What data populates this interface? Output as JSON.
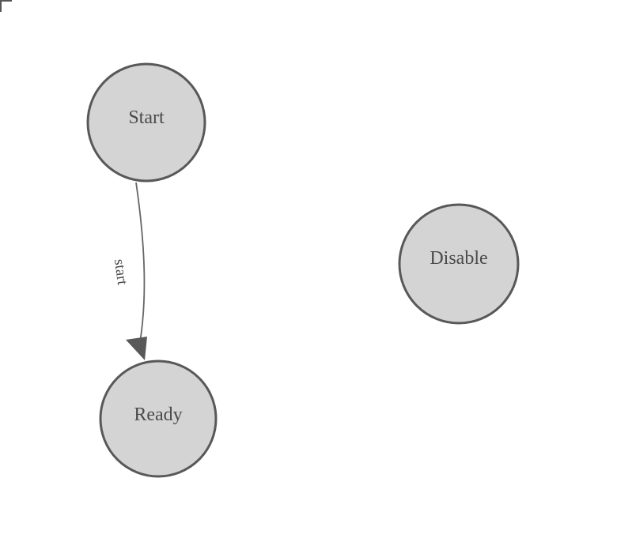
{
  "diagram": {
    "background": "#ffffff",
    "nodes": [
      {
        "id": "Start",
        "label": "Start"
      },
      {
        "id": "Ready",
        "label": "Ready"
      },
      {
        "id": "Disable",
        "label": "Disable"
      }
    ],
    "edges": [
      {
        "from": "Start",
        "to": "Ready",
        "label": "start"
      }
    ],
    "icons": {
      "corner_marker": "canvas-corner-marker-icon",
      "arrowhead": "edge-arrowhead-icon"
    },
    "colors": {
      "background": "#ffffff",
      "node_fill": "#d4d4d4",
      "node_stroke": "#585858",
      "node_text": "#4a4a4a",
      "edge_stroke": "#666666",
      "arrowhead_fill": "#595959",
      "corner_marker": "#555555"
    }
  }
}
